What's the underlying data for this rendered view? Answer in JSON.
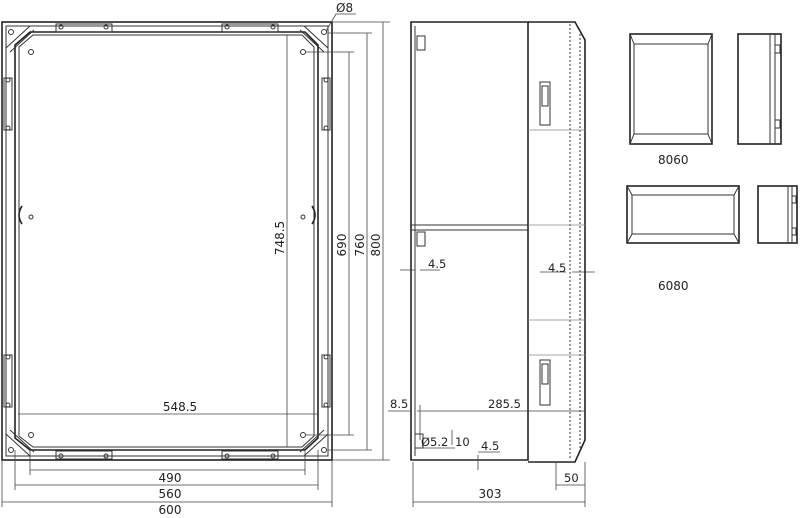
{
  "front_view": {
    "hole_label": "Ø8",
    "dims": {
      "height_outer": "800",
      "height_760": "760",
      "height_690": "690",
      "height_panel": "748.5",
      "width_panel": "548.5",
      "width_490": "490",
      "width_560": "560",
      "width_outer": "600"
    }
  },
  "side_view": {
    "dims": {
      "wall_left": "4.5",
      "wall_right": "4.5",
      "offset": "8.5",
      "depth_inner": "285.5",
      "hole": "Ø5.2",
      "hole_depth": "10",
      "bottom_wall": "4.5",
      "lid": "50",
      "depth_outer": "303"
    }
  },
  "variants": [
    {
      "label": "8060"
    },
    {
      "label": "6080"
    }
  ],
  "colors": {
    "line": "#333333",
    "background": "#ffffff"
  }
}
